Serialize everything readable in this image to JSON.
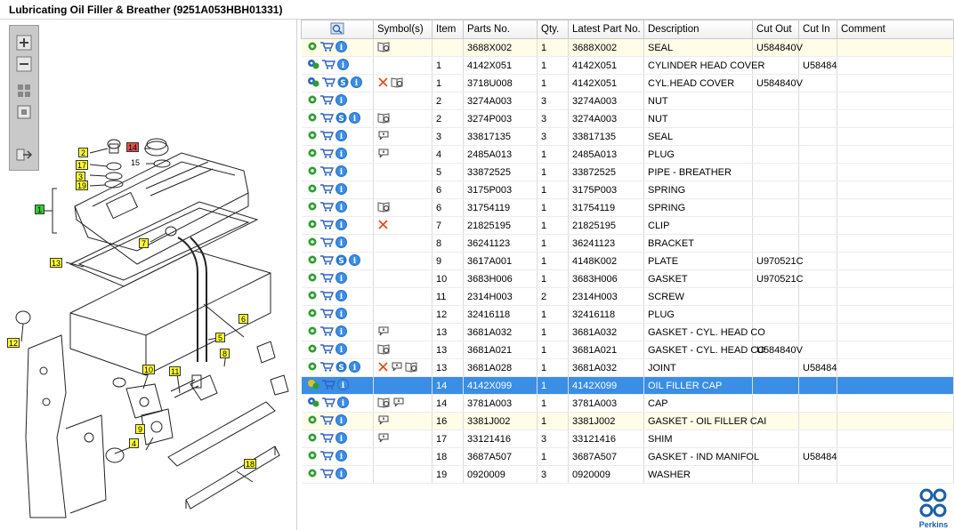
{
  "window": {
    "title": "Lubricating Oil Filler & Breather (9251A053HBH01331)"
  },
  "diagram": {
    "tools": [
      {
        "name": "zoom-in-icon"
      },
      {
        "name": "zoom-out-icon"
      },
      {
        "name": "fit-all-icon"
      },
      {
        "name": "fit-window-icon"
      },
      {
        "name": "export-icon"
      }
    ],
    "callouts": [
      {
        "label": "2",
        "style": "yellow"
      },
      {
        "label": "14",
        "style": "red"
      },
      {
        "label": "15",
        "style": "plain"
      },
      {
        "label": "17",
        "style": "yellow"
      },
      {
        "label": "3",
        "style": "yellow"
      },
      {
        "label": "19",
        "style": "yellow"
      },
      {
        "label": "1",
        "style": "green"
      },
      {
        "label": "7",
        "style": "yellow"
      },
      {
        "label": "13",
        "style": "yellow"
      },
      {
        "label": "6",
        "style": "yellow"
      },
      {
        "label": "5",
        "style": "yellow"
      },
      {
        "label": "12",
        "style": "yellow"
      },
      {
        "label": "8",
        "style": "yellow"
      },
      {
        "label": "10",
        "style": "yellow"
      },
      {
        "label": "11",
        "style": "yellow"
      },
      {
        "label": "9",
        "style": "yellow"
      },
      {
        "label": "4",
        "style": "yellow"
      },
      {
        "label": "18",
        "style": "yellow"
      }
    ]
  },
  "grid": {
    "columns": [
      "",
      "Symbol(s)",
      "Item",
      "Parts No.",
      "Qty.",
      "Latest Part No.",
      "Description",
      "Cut Out",
      "Cut In",
      "Comment"
    ],
    "rows": [
      {
        "icons": [
          "gear",
          "cart",
          "info"
        ],
        "symbols": [
          "book"
        ],
        "item": "",
        "part": "3688X002",
        "qty": "1",
        "latest": "3688X002",
        "desc": "SEAL",
        "cutout": "U584840V",
        "cutin": "",
        "comment": "",
        "state": "alt"
      },
      {
        "icons": [
          "gears",
          "cart",
          "info"
        ],
        "symbols": [],
        "item": "1",
        "part": "4142X051",
        "qty": "1",
        "latest": "4142X051",
        "desc": "CYLINDER HEAD COVER",
        "cutout": "",
        "cutin": "U58484",
        "comment": "",
        "state": ""
      },
      {
        "icons": [
          "gears",
          "cart",
          "s",
          "info"
        ],
        "symbols": [
          "x",
          "book"
        ],
        "item": "1",
        "part": "3718U008",
        "qty": "1",
        "latest": "4142X051",
        "desc": "CYL.HEAD COVER",
        "cutout": "U584840V",
        "cutin": "",
        "comment": "",
        "state": ""
      },
      {
        "icons": [
          "gear",
          "cart",
          "info"
        ],
        "symbols": [],
        "item": "2",
        "part": "3274A003",
        "qty": "3",
        "latest": "3274A003",
        "desc": "NUT",
        "cutout": "",
        "cutin": "",
        "comment": "",
        "state": ""
      },
      {
        "icons": [
          "gear",
          "cart",
          "s",
          "info"
        ],
        "symbols": [
          "book"
        ],
        "item": "2",
        "part": "3274P003",
        "qty": "3",
        "latest": "3274A003",
        "desc": "NUT",
        "cutout": "",
        "cutin": "",
        "comment": "",
        "state": ""
      },
      {
        "icons": [
          "gear",
          "cart",
          "info"
        ],
        "symbols": [
          "bubble"
        ],
        "item": "3",
        "part": "33817135",
        "qty": "3",
        "latest": "33817135",
        "desc": "SEAL",
        "cutout": "",
        "cutin": "",
        "comment": "",
        "state": ""
      },
      {
        "icons": [
          "gear",
          "cart",
          "info"
        ],
        "symbols": [
          "bubble"
        ],
        "item": "4",
        "part": "2485A013",
        "qty": "1",
        "latest": "2485A013",
        "desc": "PLUG",
        "cutout": "",
        "cutin": "",
        "comment": "",
        "state": ""
      },
      {
        "icons": [
          "gear",
          "cart",
          "info"
        ],
        "symbols": [],
        "item": "5",
        "part": "33872525",
        "qty": "1",
        "latest": "33872525",
        "desc": "PIPE - BREATHER",
        "cutout": "",
        "cutin": "",
        "comment": "",
        "state": ""
      },
      {
        "icons": [
          "gear",
          "cart",
          "info"
        ],
        "symbols": [],
        "item": "6",
        "part": "3175P003",
        "qty": "1",
        "latest": "3175P003",
        "desc": "SPRING",
        "cutout": "",
        "cutin": "",
        "comment": "",
        "state": ""
      },
      {
        "icons": [
          "gear",
          "cart",
          "info"
        ],
        "symbols": [
          "book"
        ],
        "item": "6",
        "part": "31754119",
        "qty": "1",
        "latest": "31754119",
        "desc": "SPRING",
        "cutout": "",
        "cutin": "",
        "comment": "",
        "state": ""
      },
      {
        "icons": [
          "gear",
          "cart",
          "info"
        ],
        "symbols": [
          "x"
        ],
        "item": "7",
        "part": "21825195",
        "qty": "1",
        "latest": "21825195",
        "desc": "CLIP",
        "cutout": "",
        "cutin": "",
        "comment": "",
        "state": ""
      },
      {
        "icons": [
          "gear",
          "cart",
          "info"
        ],
        "symbols": [],
        "item": "8",
        "part": "36241123",
        "qty": "1",
        "latest": "36241123",
        "desc": "BRACKET",
        "cutout": "",
        "cutin": "",
        "comment": "",
        "state": ""
      },
      {
        "icons": [
          "gear",
          "cart",
          "s",
          "info"
        ],
        "symbols": [],
        "item": "9",
        "part": "3617A001",
        "qty": "1",
        "latest": "4148K002",
        "desc": "PLATE",
        "cutout": "U970521C",
        "cutin": "",
        "comment": "",
        "state": ""
      },
      {
        "icons": [
          "gear",
          "cart",
          "info"
        ],
        "symbols": [],
        "item": "10",
        "part": "3683H006",
        "qty": "1",
        "latest": "3683H006",
        "desc": "GASKET",
        "cutout": "U970521C",
        "cutin": "",
        "comment": "",
        "state": ""
      },
      {
        "icons": [
          "gear",
          "cart",
          "info"
        ],
        "symbols": [],
        "item": "11",
        "part": "2314H003",
        "qty": "2",
        "latest": "2314H003",
        "desc": "SCREW",
        "cutout": "",
        "cutin": "",
        "comment": "",
        "state": ""
      },
      {
        "icons": [
          "gear",
          "cart",
          "info"
        ],
        "symbols": [],
        "item": "12",
        "part": "32416118",
        "qty": "1",
        "latest": "32416118",
        "desc": "PLUG",
        "cutout": "",
        "cutin": "",
        "comment": "",
        "state": ""
      },
      {
        "icons": [
          "gear",
          "cart",
          "info"
        ],
        "symbols": [
          "bubble"
        ],
        "item": "13",
        "part": "3681A032",
        "qty": "1",
        "latest": "3681A032",
        "desc": "GASKET - CYL. HEAD CO",
        "cutout": "",
        "cutin": "",
        "comment": "",
        "state": ""
      },
      {
        "icons": [
          "gear",
          "cart",
          "info"
        ],
        "symbols": [
          "book"
        ],
        "item": "13",
        "part": "3681A021",
        "qty": "1",
        "latest": "3681A021",
        "desc": "GASKET - CYL. HEAD CO",
        "cutout": "U584840V",
        "cutin": "",
        "comment": "",
        "state": ""
      },
      {
        "icons": [
          "gear",
          "cart",
          "s",
          "info"
        ],
        "symbols": [
          "x",
          "bubble",
          "book"
        ],
        "item": "13",
        "part": "3681A028",
        "qty": "1",
        "latest": "3681A032",
        "desc": "JOINT",
        "cutout": "",
        "cutin": "U58484",
        "comment": "",
        "state": ""
      },
      {
        "icons": [
          "gearsel",
          "cart",
          "info"
        ],
        "symbols": [],
        "item": "14",
        "part": "4142X099",
        "qty": "1",
        "latest": "4142X099",
        "desc": "OIL FILLER CAP",
        "cutout": "",
        "cutin": "",
        "comment": "",
        "state": "sel"
      },
      {
        "icons": [
          "gears",
          "cart",
          "info"
        ],
        "symbols": [
          "book",
          "bubble"
        ],
        "item": "14",
        "part": "3781A003",
        "qty": "1",
        "latest": "3781A003",
        "desc": "CAP",
        "cutout": "",
        "cutin": "",
        "comment": "",
        "state": ""
      },
      {
        "icons": [
          "gear",
          "cart",
          "info"
        ],
        "symbols": [
          "bubble"
        ],
        "item": "16",
        "part": "3381J002",
        "qty": "1",
        "latest": "3381J002",
        "desc": "GASKET - OIL FILLER CAI",
        "cutout": "",
        "cutin": "",
        "comment": "",
        "state": "alt"
      },
      {
        "icons": [
          "gear",
          "cart",
          "info"
        ],
        "symbols": [
          "bubble"
        ],
        "item": "17",
        "part": "33121416",
        "qty": "3",
        "latest": "33121416",
        "desc": "SHIM",
        "cutout": "",
        "cutin": "",
        "comment": "",
        "state": ""
      },
      {
        "icons": [
          "gear",
          "cart",
          "info"
        ],
        "symbols": [],
        "item": "18",
        "part": "3687A507",
        "qty": "1",
        "latest": "3687A507",
        "desc": "GASKET - IND MANIFOL",
        "cutout": "",
        "cutin": "U58484",
        "comment": "",
        "state": ""
      },
      {
        "icons": [
          "gear",
          "cart",
          "info"
        ],
        "symbols": [],
        "item": "19",
        "part": "0920009",
        "qty": "3",
        "latest": "0920009",
        "desc": "WASHER",
        "cutout": "",
        "cutin": "",
        "comment": "",
        "state": ""
      }
    ]
  },
  "brand": {
    "name": "Perkins",
    "color": "#1a5fa8"
  },
  "colors": {
    "selection": "#3a8ee6",
    "alt_row": "#fffde8",
    "callout_yellow": "#ffff33"
  }
}
